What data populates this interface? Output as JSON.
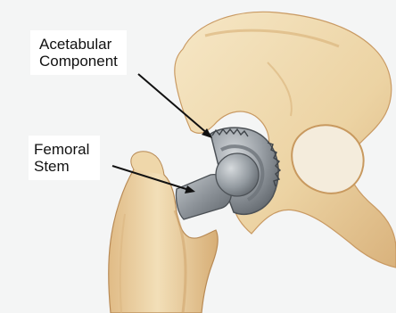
{
  "labels": {
    "acetabular_component": {
      "line1": "Acetabular",
      "line2": "Component"
    },
    "femoral_stem": {
      "line1": "Femoral",
      "line2": "Stem"
    }
  },
  "colors": {
    "bone_light": "#f3e2bd",
    "bone_mid": "#e7c892",
    "bone_shadow": "#c9a06a",
    "implant_light": "#b9bec2",
    "implant_mid": "#8a9096",
    "implant_dark": "#5a6066",
    "leader_line": "#111111",
    "background_wash": "#eef0f0"
  }
}
